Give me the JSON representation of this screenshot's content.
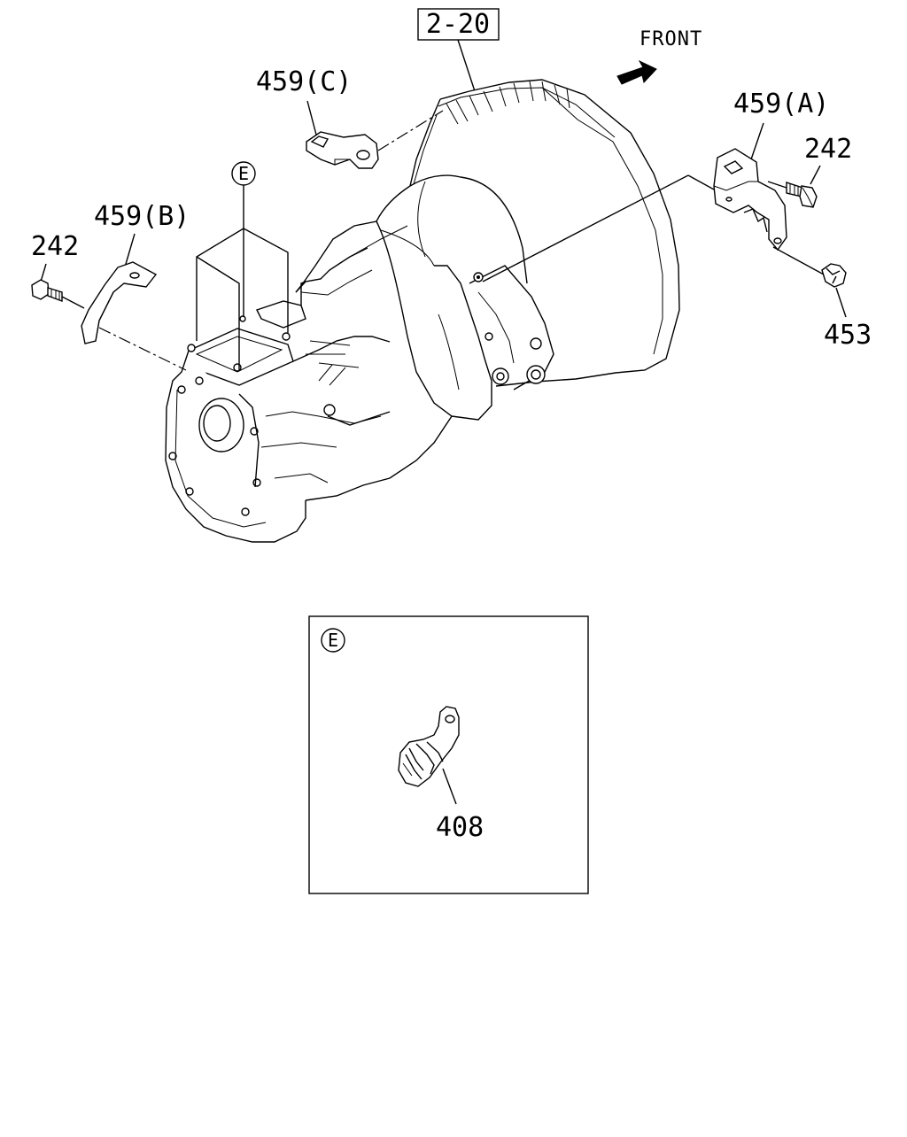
{
  "reference_box": "2-20",
  "front_label": "FRONT",
  "callouts": {
    "bracket_c": "459(C)",
    "bracket_a": "459(A)",
    "bracket_b": "459(B)",
    "bolt_right": "242",
    "bolt_left": "242",
    "clip": "453",
    "clamp": "408"
  },
  "detail_markers": {
    "main": "E",
    "inset": "E"
  },
  "icons": [
    "front-arrow-icon"
  ]
}
